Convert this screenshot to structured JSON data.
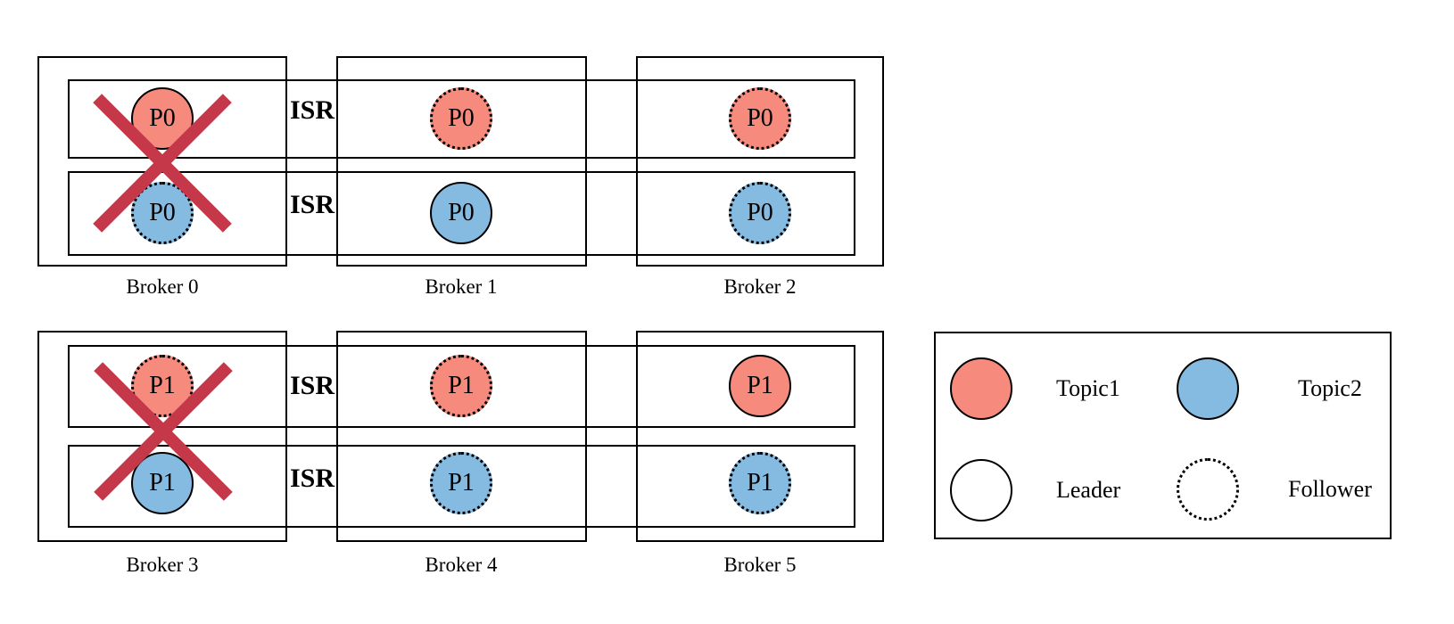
{
  "diagram": {
    "background": "#ffffff",
    "colors": {
      "topic1": "#F58A7D",
      "topic2": "#85BAE1",
      "cross": "#C5384A",
      "line": "#000000"
    },
    "isr_label": "ISR",
    "rows": [
      {
        "brokers": [
          {
            "name": "Broker 0",
            "failed": true,
            "partitions": [
              {
                "label": "P0",
                "topic": "Topic1",
                "role": "leader"
              },
              {
                "label": "P0",
                "topic": "Topic2",
                "role": "follower"
              }
            ]
          },
          {
            "name": "Broker 1",
            "failed": false,
            "partitions": [
              {
                "label": "P0",
                "topic": "Topic1",
                "role": "follower"
              },
              {
                "label": "P0",
                "topic": "Topic2",
                "role": "leader"
              }
            ]
          },
          {
            "name": "Broker 2",
            "failed": false,
            "partitions": [
              {
                "label": "P0",
                "topic": "Topic1",
                "role": "follower"
              },
              {
                "label": "P0",
                "topic": "Topic2",
                "role": "follower"
              }
            ]
          }
        ]
      },
      {
        "brokers": [
          {
            "name": "Broker 3",
            "failed": true,
            "partitions": [
              {
                "label": "P1",
                "topic": "Topic1",
                "role": "follower"
              },
              {
                "label": "P1",
                "topic": "Topic2",
                "role": "leader"
              }
            ]
          },
          {
            "name": "Broker 4",
            "failed": false,
            "partitions": [
              {
                "label": "P1",
                "topic": "Topic1",
                "role": "follower"
              },
              {
                "label": "P1",
                "topic": "Topic2",
                "role": "follower"
              }
            ]
          },
          {
            "name": "Broker 5",
            "failed": false,
            "partitions": [
              {
                "label": "P1",
                "topic": "Topic1",
                "role": "leader"
              },
              {
                "label": "P1",
                "topic": "Topic2",
                "role": "follower"
              }
            ]
          }
        ]
      }
    ],
    "legend": {
      "items": [
        {
          "label": "Topic1",
          "swatch": "topic1-circle"
        },
        {
          "label": "Topic2",
          "swatch": "topic2-circle"
        },
        {
          "label": "Leader",
          "swatch": "leader-circle"
        },
        {
          "label": "Follower",
          "swatch": "follower-circle"
        }
      ]
    }
  }
}
